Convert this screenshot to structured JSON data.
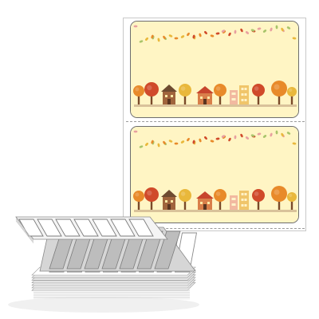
{
  "product": {
    "type": "fanfold label sheet",
    "labels_on_sheet": 2,
    "theme": "autumn town",
    "colors": {
      "label_background": "#fff5c4",
      "label_border": "#6d6d6d",
      "sheet_border": "#c9c9c9",
      "ground": "#d9c29a",
      "tree_orange": "#e88a2a",
      "tree_red": "#d04a2a",
      "tree_yellow": "#e9b83b",
      "house_brown": "#a0643c",
      "roof_red": "#c7452d",
      "leaf_pink": "#e8a0a0",
      "leaf_green": "#a8c46a"
    },
    "icons": [
      "tree-icon",
      "house-icon",
      "leaf-icon"
    ]
  }
}
